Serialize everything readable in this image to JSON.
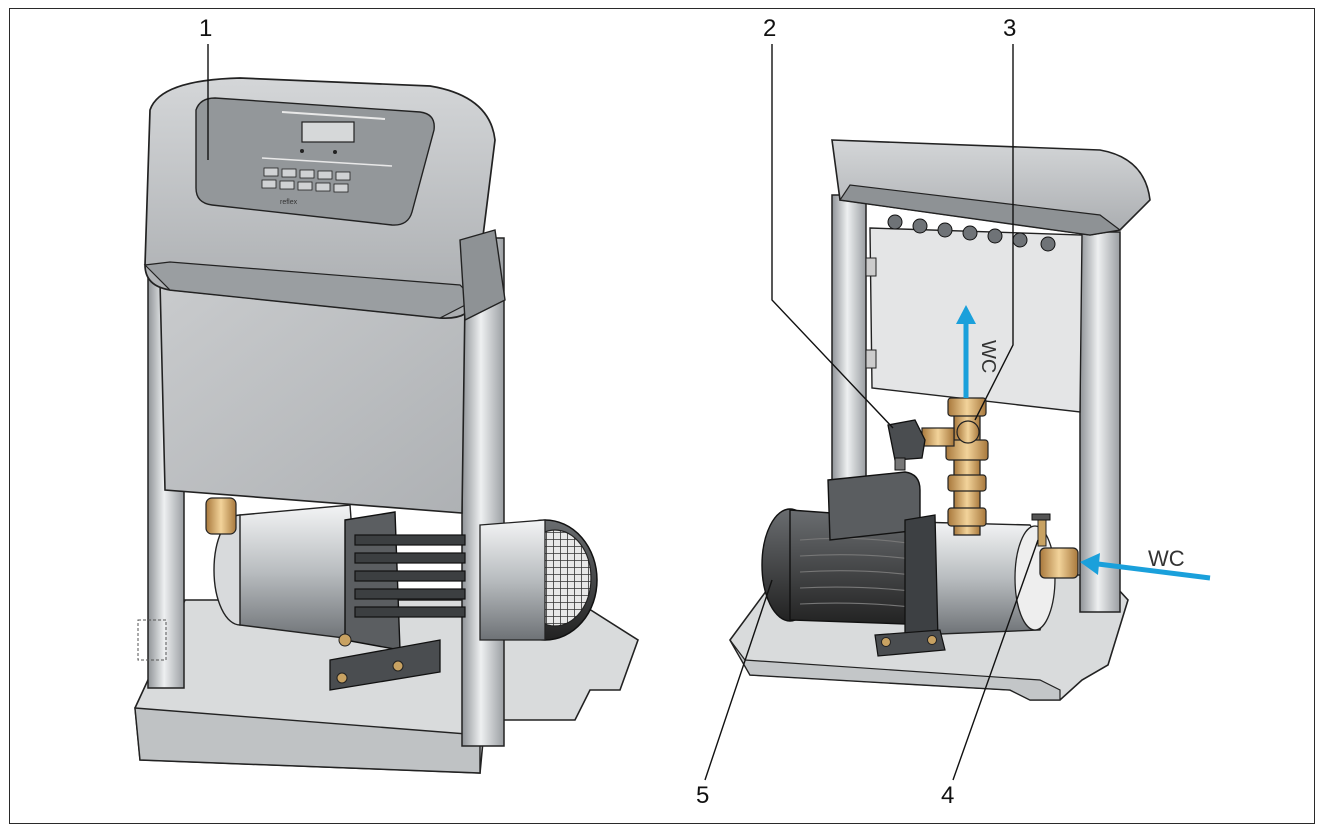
{
  "callouts": [
    {
      "id": "1",
      "label": "1"
    },
    {
      "id": "2",
      "label": "2"
    },
    {
      "id": "3",
      "label": "3"
    },
    {
      "id": "4",
      "label": "4"
    },
    {
      "id": "5",
      "label": "5"
    }
  ],
  "flow_labels": {
    "vertical": "WC",
    "horizontal": "WC"
  },
  "display_logo_text": "reflex",
  "colors": {
    "flow_arrow": "#1aa0db",
    "housing": "#b9bcbe",
    "panel": "#9ea2a5",
    "brass": "#d1a86a",
    "motor_dark": "#3a3a3a",
    "line": "#1a1a1a"
  }
}
